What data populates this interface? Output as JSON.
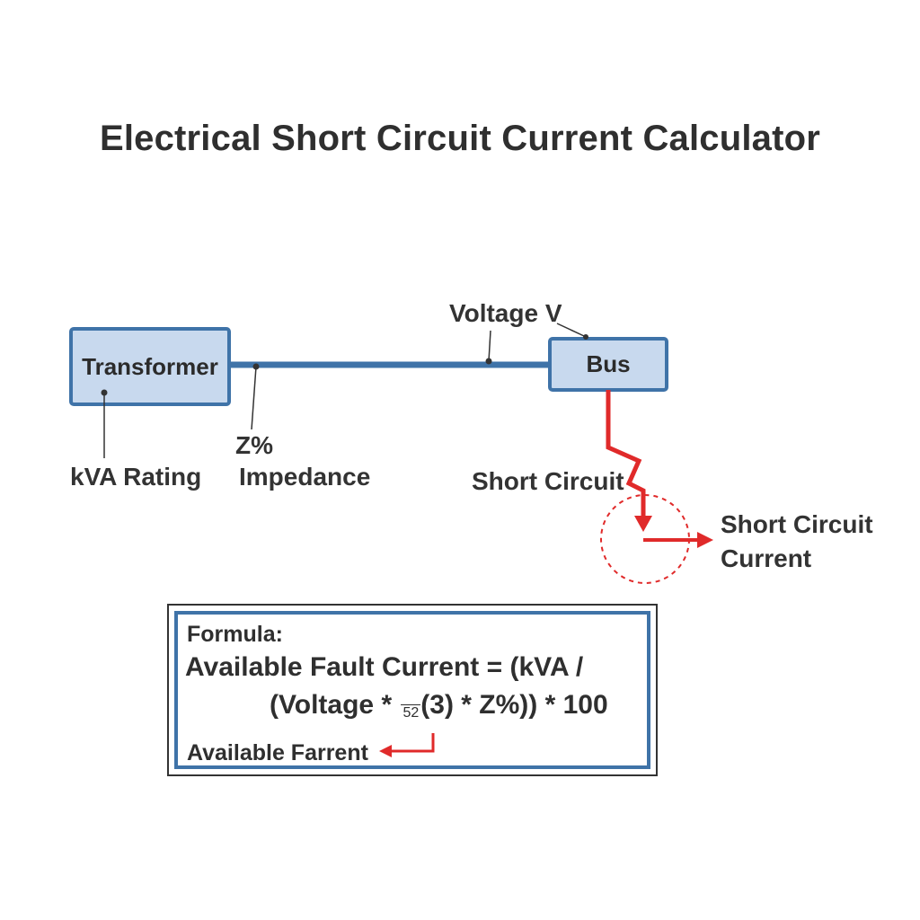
{
  "title": "Electrical Short Circuit Current Calculator",
  "colors": {
    "box_fill": "#c8d9ee",
    "box_stroke": "#3f73a8",
    "fault": "#e02a2a",
    "text": "#2b2b2b"
  },
  "nodes": {
    "transformer": "Transformer",
    "bus": "Bus"
  },
  "labels": {
    "voltage": "Voltage V",
    "kva_rating": "kVA Rating",
    "z_percent": "Z%",
    "impedance": "Impedance",
    "short_circuit": "Short Circuit",
    "short_circuit_current_line1": "Short Circuit",
    "short_circuit_current_line2": "Current"
  },
  "formula": {
    "heading": "Formula:",
    "line1": "Available Fault Current = (kVA /",
    "line2_before_root": "(Voltage *",
    "root_index": "52",
    "line2_after_root": "(3) * Z%)) * 100",
    "result_label": "Available Farrent"
  }
}
